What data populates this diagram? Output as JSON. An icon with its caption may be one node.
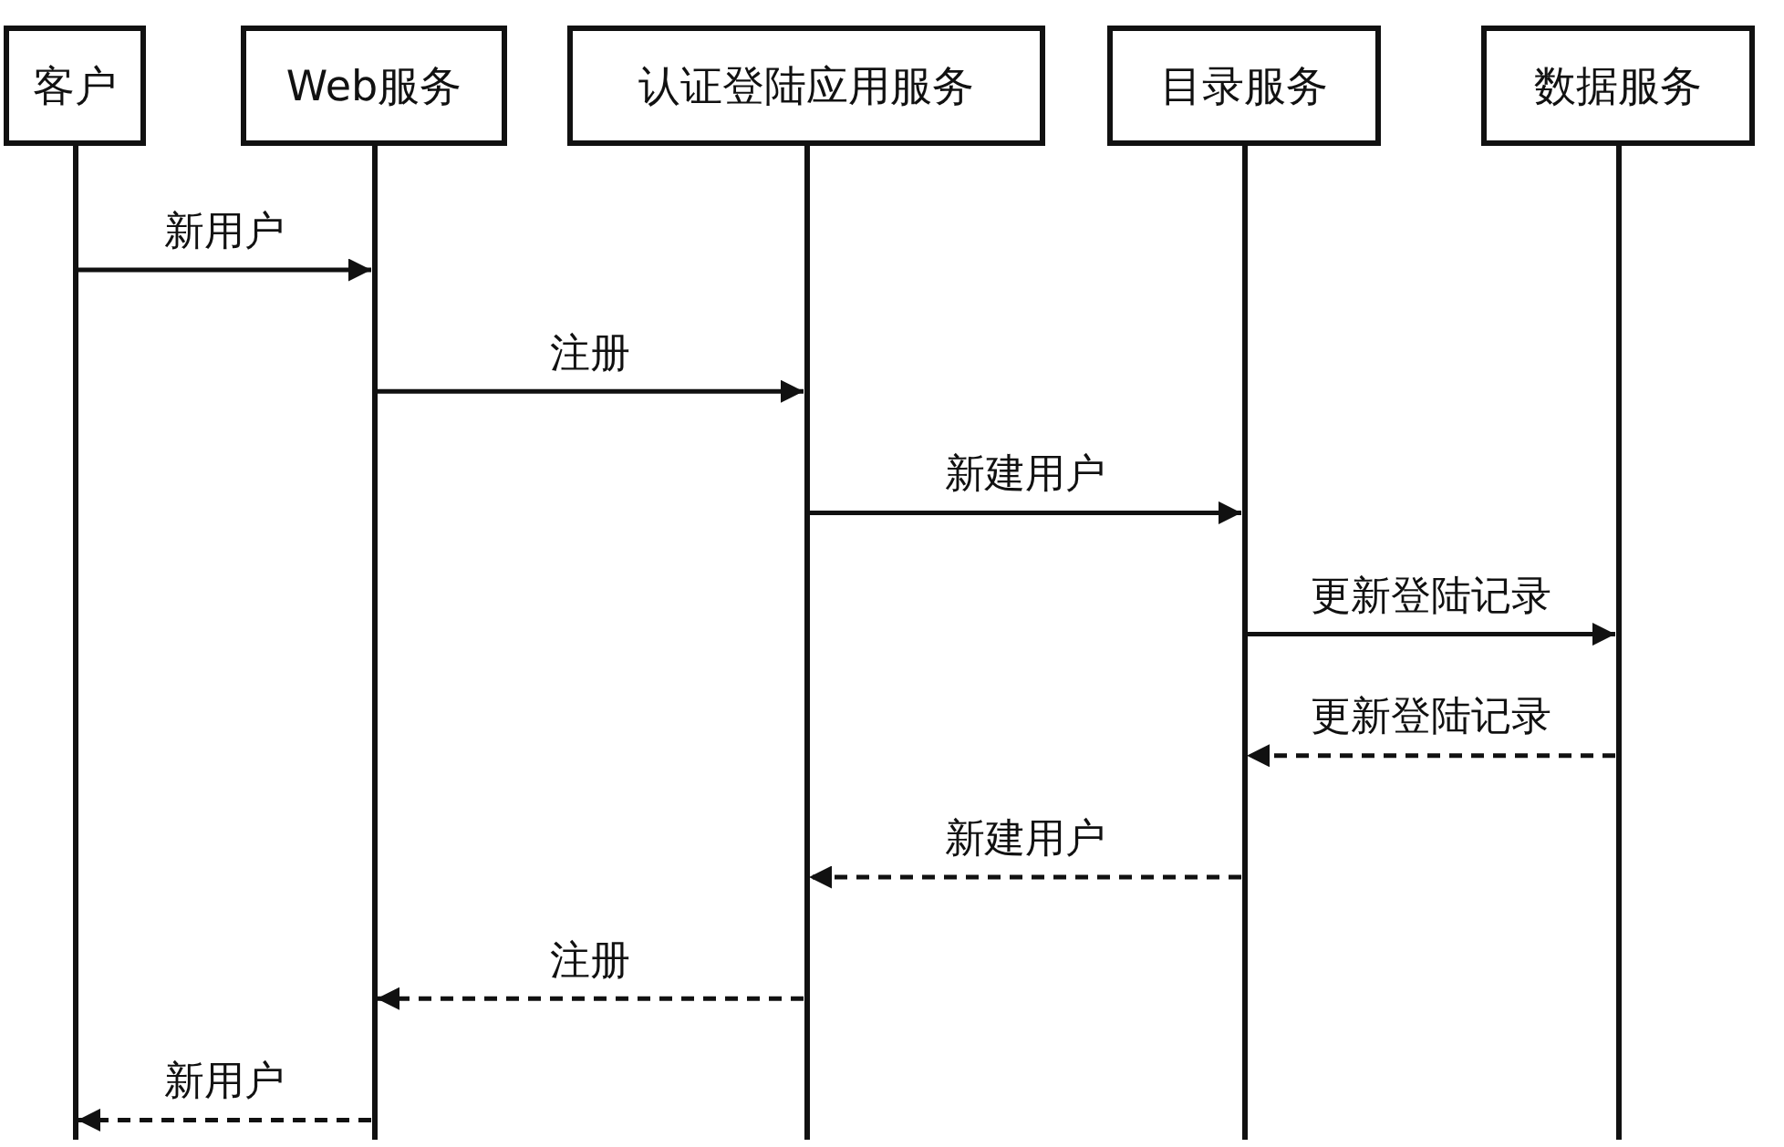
{
  "diagram": {
    "nodes": [
      {
        "text": [
          "客户"
        ]
      },
      {
        "text": [
          "Web服务"
        ]
      },
      {
        "text": [
          "认证登陆应用服务"
        ]
      },
      {
        "text": [
          "目录服务"
        ]
      },
      {
        "text": [
          "数据服务"
        ]
      }
    ],
    "edges": [
      {
        "from": 0,
        "to": 1,
        "arrow": "to",
        "label": "新用户"
      },
      {
        "from": 1,
        "to": 2,
        "arrow": "to",
        "label": "注册"
      },
      {
        "from": 2,
        "to": 3,
        "arrow": "to",
        "label": "新建用户"
      },
      {
        "from": 3,
        "to": 4,
        "arrow": "to",
        "label": "更新登陆记录"
      },
      {
        "from": 4,
        "to": 3,
        "arrow": "to",
        "label": "更新登陆记录",
        "style": "dashed"
      },
      {
        "from": 3,
        "to": 2,
        "arrow": "to",
        "label": "新建用户",
        "style": "dashed"
      },
      {
        "from": 2,
        "to": 1,
        "arrow": "to",
        "label": "注册",
        "style": "dashed"
      },
      {
        "from": 1,
        "to": 0,
        "arrow": "to",
        "label": "新用户",
        "style": "dashed"
      }
    ]
  }
}
